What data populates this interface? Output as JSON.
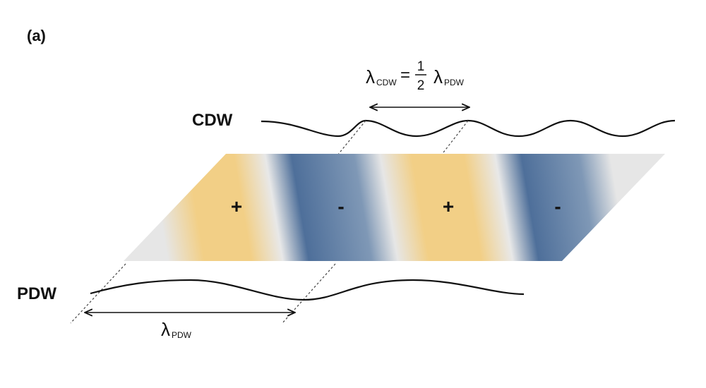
{
  "panel_label": "(a)",
  "cdw_label": "CDW",
  "pdw_label": "PDW",
  "formula": {
    "lhs_symbol": "λ",
    "lhs_sub": "CDW",
    "equals": "=",
    "numerator": "1",
    "denominator": "2",
    "rhs_symbol": "λ",
    "rhs_sub": "PDW"
  },
  "pdw_wavelength": {
    "symbol": "λ",
    "sub": "PDW"
  },
  "stripe_signs": [
    "+",
    "-",
    "+",
    "-"
  ],
  "colors": {
    "positive": "#f2cf86",
    "negative": "#4e6f9a",
    "neutral": "#e4e4e4",
    "line": "#111111"
  }
}
